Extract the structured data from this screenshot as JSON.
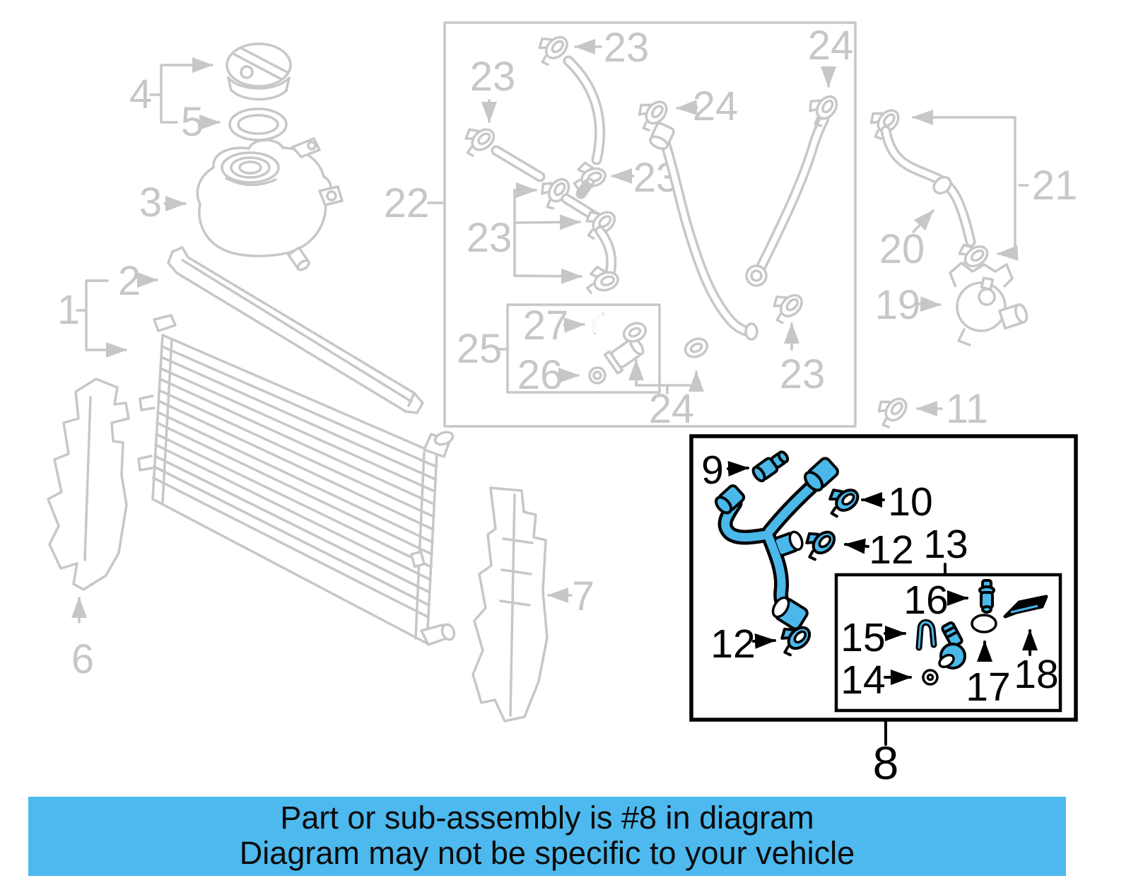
{
  "colors": {
    "highlight": "#4bb8ea",
    "banner": "#4db9ee",
    "faded": "#c7c7c7",
    "ink": "#000000"
  },
  "callouts": {
    "p1": "1",
    "p2": "2",
    "p3": "3",
    "p4": "4",
    "p5": "5",
    "p6": "6",
    "p7": "7",
    "p8": "8",
    "p9": "9",
    "p10": "10",
    "p11": "11",
    "p12": "12",
    "p13": "13",
    "p14": "14",
    "p15": "15",
    "p16": "16",
    "p17": "17",
    "p18": "18",
    "p19": "19",
    "p20": "20",
    "p21": "21",
    "p22": "22",
    "p23": "23",
    "p24": "24",
    "p25": "25",
    "p26": "26",
    "p27": "27"
  },
  "banner": {
    "line1": "Part or sub-assembly is #8 in diagram",
    "line2": "Diagram may not be specific to your vehicle"
  }
}
